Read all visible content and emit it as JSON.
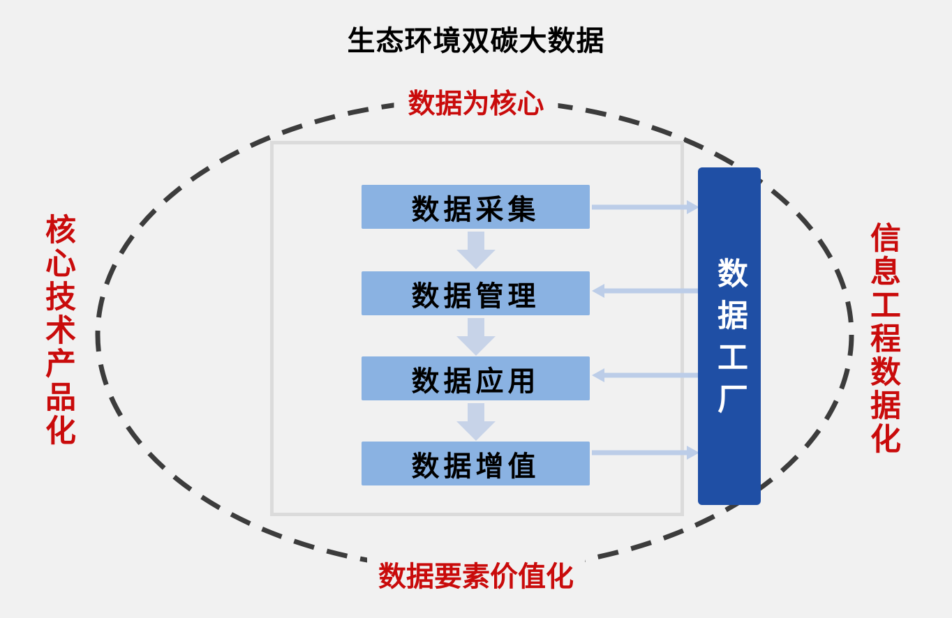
{
  "title": "生态环境双碳大数据",
  "labels": {
    "top": "数据为核心",
    "bottom": "数据要素价值化",
    "left": "核心技术产品化",
    "right": "信息工程数据化"
  },
  "steps": [
    {
      "label": "数据采集"
    },
    {
      "label": "数据管理"
    },
    {
      "label": "数据应用"
    },
    {
      "label": "数据增值"
    }
  ],
  "factory": {
    "label": "数据工厂"
  },
  "connectors": [
    {
      "from": "数据采集",
      "to": "数据工厂",
      "direction": "right"
    },
    {
      "from": "数据工厂",
      "to": "数据管理",
      "direction": "left"
    },
    {
      "from": "数据工厂",
      "to": "数据应用",
      "direction": "left"
    },
    {
      "from": "数据增值",
      "to": "数据工厂",
      "direction": "right"
    }
  ],
  "colors": {
    "background": "#F1F1F1",
    "step_fill": "#8AB2E2",
    "factory_fill": "#1F4FA5",
    "accent_red": "#C90B0B",
    "dash_stroke": "#3C3C3C",
    "connector_arrow": "#BCCDE8",
    "flow_down_arrow": "#C7D3E8",
    "frame_border": "#DBDBDB",
    "title_color": "#000000",
    "factory_text_color": "#FFFFFF"
  }
}
